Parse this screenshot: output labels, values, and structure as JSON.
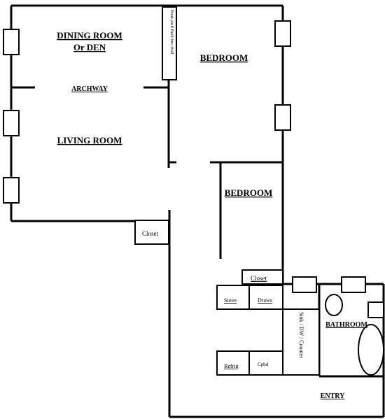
{
  "labels": {
    "dining_line1": "DINING ROOM",
    "dining_line2": "Or DEN",
    "archway": "ARCHWAY",
    "living_room": "LIVING ROOM",
    "bedroom_1": "BEDROOM",
    "bedroom_2": "BEDROOM",
    "closet_small": "Closet",
    "closet_hall": "Closet",
    "stove": "Stove",
    "drawers": "Draws",
    "refrig": "Refrig",
    "cupboard": "Cpbd",
    "sink_counter": "Sink / DW / Counter",
    "bathroom": "BATHROOM",
    "entry": "ENTRY",
    "bookshelf": "Book shelf Built Into Wall"
  }
}
